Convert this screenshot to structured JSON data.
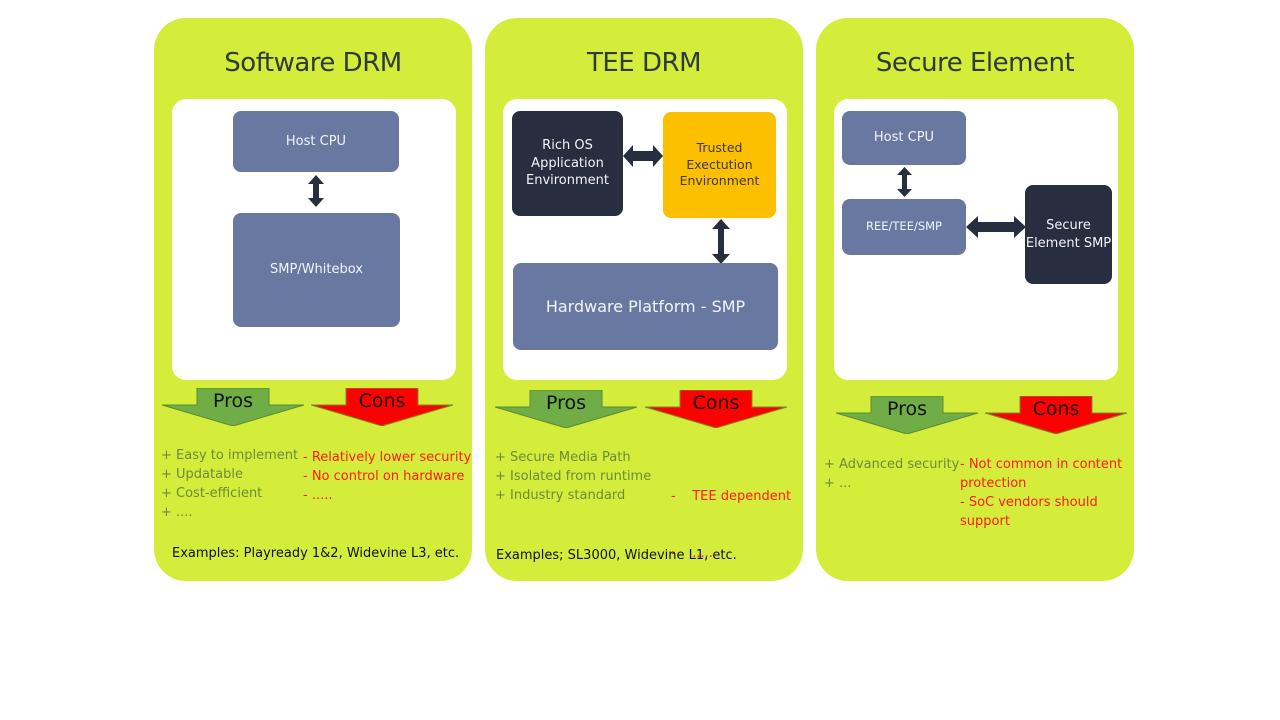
{
  "colors": {
    "panel_bg": "#d4ed3a",
    "slate_box": "#6978a1",
    "navy_box": "#272e40",
    "amber_box": "#fcc000",
    "pros_arrow": "#70ad47",
    "cons_arrow": "#ff0000",
    "pros_text": "#6b8b3a",
    "cons_text": "#ff1a1a"
  },
  "panels": [
    {
      "title": "Software DRM",
      "boxes": [
        "Host CPU",
        "SMP/Whitebox"
      ],
      "pros_label": "Pros",
      "cons_label": "Cons",
      "pros": [
        "+ Easy to implement",
        "+ Updatable",
        "+ Cost-efficient",
        "+ ...."
      ],
      "cons": [
        "- Relatively lower security",
        "- No control on hardware",
        "- ....."
      ],
      "examples": "Examples: Playready 1&2, Widevine L3, etc."
    },
    {
      "title": "TEE DRM",
      "boxes": [
        "Rich OS Application Environment",
        "Trusted Exectution Environment",
        "Hardware Platform - SMP"
      ],
      "pros_label": "Pros",
      "cons_label": "Cons",
      "pros": [
        "+ Secure Media Path",
        "+ Isolated from runtime",
        "+ Industry standard"
      ],
      "cons": [
        "-    TEE dependent",
        "-    ....."
      ],
      "examples": "Examples; SL3000, Widevine L1, etc."
    },
    {
      "title": "Secure Element",
      "boxes": [
        "Host CPU",
        "REE/TEE/SMP",
        "Secure Element SMP"
      ],
      "pros_label": "Pros",
      "cons_label": "Cons",
      "pros": [
        "+ Advanced security",
        "+ ..."
      ],
      "cons": [
        "- Not common  in content protection",
        "- SoC vendors should support"
      ]
    }
  ]
}
